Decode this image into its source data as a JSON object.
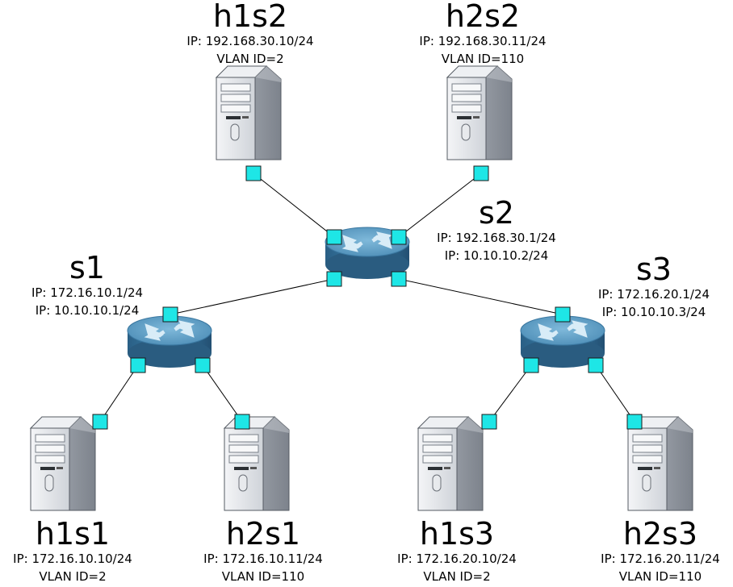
{
  "colors": {
    "port": "#1ee6e6",
    "router_top": "#5e9fc3",
    "router_side": "#2e6f97",
    "pc_body": "#e4e6ea",
    "link": "#000000"
  },
  "icons": {
    "switch": "router-icon",
    "host": "pc-tower-icon",
    "port": "port-square"
  },
  "hosts": {
    "h1s2": {
      "name": "h1s2",
      "ip": "IP: 192.168.30.10/24",
      "vlan": "VLAN ID=2"
    },
    "h2s2": {
      "name": "h2s2",
      "ip": "IP: 192.168.30.11/24",
      "vlan": "VLAN ID=110"
    },
    "h1s1": {
      "name": "h1s1",
      "ip": "IP: 172.16.10.10/24",
      "vlan": "VLAN ID=2"
    },
    "h2s1": {
      "name": "h2s1",
      "ip": "IP: 172.16.10.11/24",
      "vlan": "VLAN ID=110"
    },
    "h1s3": {
      "name": "h1s3",
      "ip": "IP: 172.16.20.10/24",
      "vlan": "VLAN ID=2"
    },
    "h2s3": {
      "name": "h2s3",
      "ip": "IP: 172.16.20.11/24",
      "vlan": "VLAN ID=110"
    }
  },
  "switches": {
    "s1": {
      "name": "s1",
      "ip1": "IP: 172.16.10.1/24",
      "ip2": "IP: 10.10.10.1/24"
    },
    "s2": {
      "name": "s2",
      "ip1": "IP: 192.168.30.1/24",
      "ip2": "IP: 10.10.10.2/24"
    },
    "s3": {
      "name": "s3",
      "ip1": "IP: 172.16.20.1/24",
      "ip2": "IP: 10.10.10.3/24"
    }
  },
  "links": [
    [
      "s2",
      "h1s2"
    ],
    [
      "s2",
      "h2s2"
    ],
    [
      "s2",
      "s1"
    ],
    [
      "s2",
      "s3"
    ],
    [
      "s1",
      "h1s1"
    ],
    [
      "s1",
      "h2s1"
    ],
    [
      "s3",
      "h1s3"
    ],
    [
      "s3",
      "h2s3"
    ]
  ]
}
